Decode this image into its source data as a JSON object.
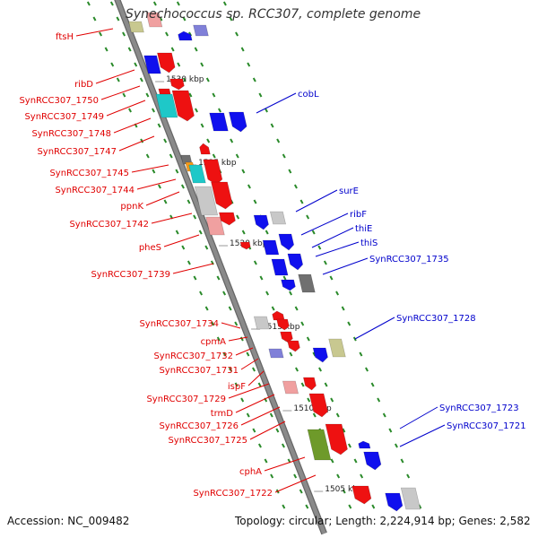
{
  "map": {
    "title": "Synechococcus sp. RCC307, complete genome",
    "accession": "Accession: NC_009482",
    "summary": "Topology: circular; Length: 2,224,914 bp; Genes: 2,582",
    "colors": {
      "backbone": "#8a8a8a",
      "tick": "#2a8a2a",
      "left_label": "#e00000",
      "right_label": "#0000cc",
      "red": "#ee1111",
      "blue": "#1010ee",
      "cyan": "#1ec8c8",
      "yellow": "#c8c890",
      "lightgray": "#c8c8c8",
      "darkgray": "#707070",
      "pink": "#f0a0a0",
      "olive": "#6e9a2a",
      "orange": "#f59a1a",
      "lavender": "#8080d8"
    },
    "kbp_marks": [
      "1530 kbp",
      "1525 kbp",
      "1520 kbp",
      "1515 kbp",
      "1510 kbp",
      "1505 kbp"
    ],
    "left_labels": [
      "ftsH",
      "ribD",
      "SynRCC307_1750",
      "SynRCC307_1749",
      "SynRCC307_1748",
      "SynRCC307_1747",
      "SynRCC307_1745",
      "SynRCC307_1744",
      "ppnK",
      "SynRCC307_1742",
      "pheS",
      "SynRCC307_1739",
      "SynRCC307_1734",
      "cpmA",
      "SynRCC307_1732",
      "SynRCC307_1731",
      "ispF",
      "SynRCC307_1729",
      "trmD",
      "SynRCC307_1726",
      "SynRCC307_1725",
      "cphA",
      "SynRCC307_1722"
    ],
    "right_labels": [
      "cobL",
      "surE",
      "ribF",
      "thiE",
      "thiS",
      "SynRCC307_1735",
      "SynRCC307_1728",
      "SynRCC307_1723",
      "SynRCC307_1721"
    ]
  }
}
